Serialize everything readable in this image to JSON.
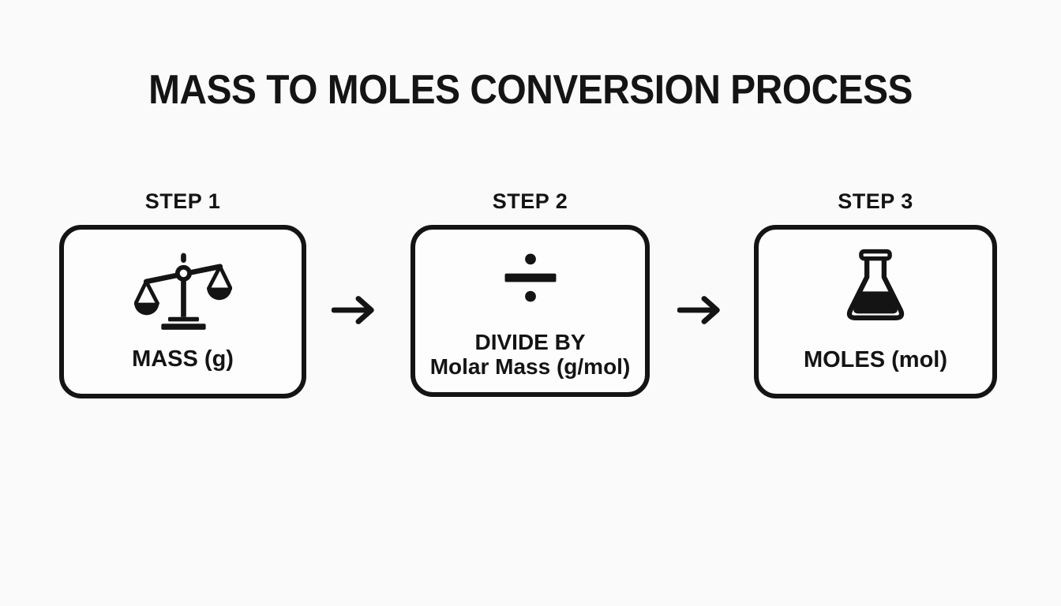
{
  "title": "MASS TO MOLES CONVERSION PROCESS",
  "steps": [
    {
      "label": "STEP 1",
      "icon": "balance-scale-icon",
      "caption_lines": [
        "MASS (g)"
      ]
    },
    {
      "label": "STEP 2",
      "icon": "divide-icon",
      "caption_lines": [
        "DIVIDE BY",
        "Molar Mass (g/mol)"
      ]
    },
    {
      "label": "STEP 3",
      "icon": "flask-icon",
      "caption_lines": [
        "MOLES (mol)"
      ]
    }
  ],
  "connectors": [
    {
      "icon": "right-arrow-icon"
    },
    {
      "icon": "right-arrow-icon"
    }
  ],
  "colors": {
    "background": "#fafafa",
    "box_fill": "#fdfdfd",
    "ink": "#141414"
  }
}
